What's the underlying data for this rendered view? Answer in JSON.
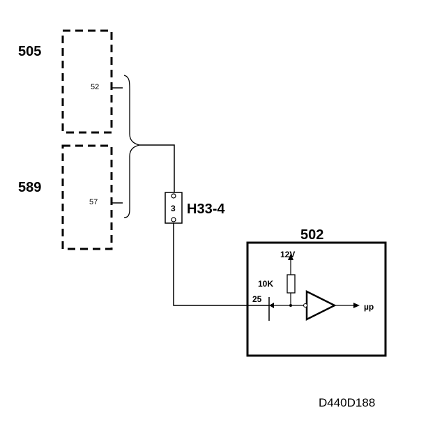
{
  "diagram": {
    "modules": {
      "m505": {
        "label": "505",
        "pin": "52"
      },
      "m589": {
        "label": "589",
        "pin": "57"
      },
      "m502": {
        "label": "502",
        "pin": "25"
      }
    },
    "connector": {
      "label": "H33-4",
      "pin": "3"
    },
    "pullup": {
      "voltage": "12V",
      "resistor": "10K"
    },
    "output": {
      "label": "µp"
    },
    "drawing_ref": "D440D188"
  }
}
